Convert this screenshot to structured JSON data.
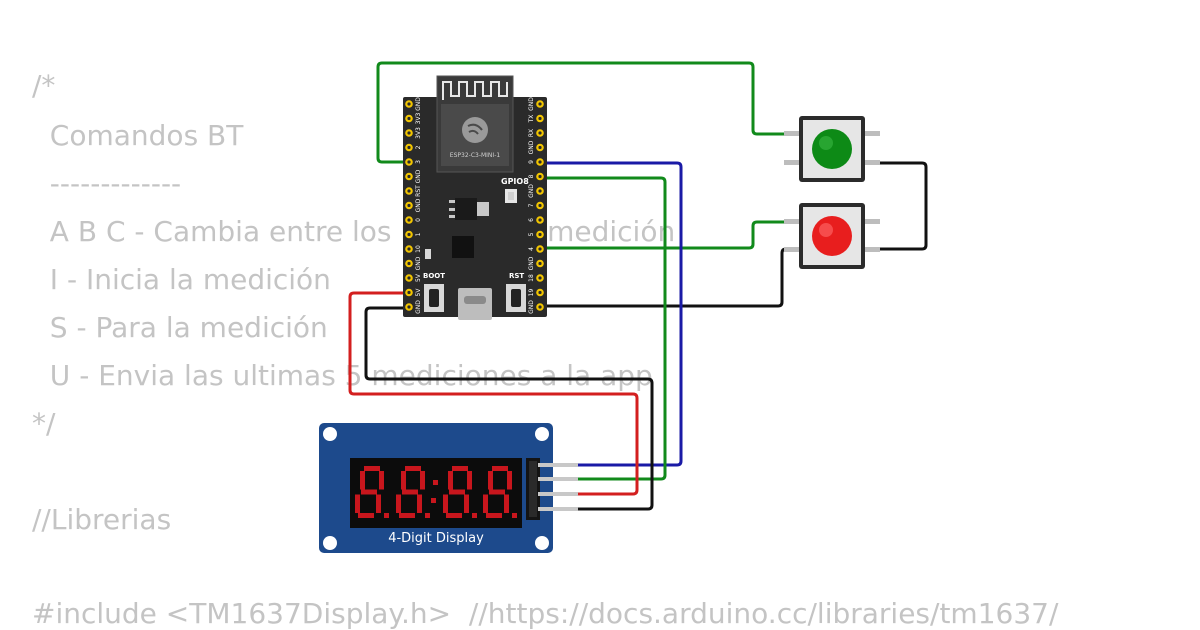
{
  "code": {
    "lines": [
      "/*",
      "  Comandos BT",
      "  -------------",
      "  A B C - Cambia entre los modos de medición",
      "  I - Inicia la medición",
      "  S - Para la medición",
      "  U - Envia las ultimas 5 mediciones a la app",
      "*/",
      "",
      "//Librerias",
      "",
      "#include <TM1637Display.h>  //https://docs.arduino.cc/libraries/tm1637/"
    ]
  },
  "board": {
    "module_label": "ESP32-C3-MINI-1",
    "gpio_label": "GPIO8",
    "boot_label": "BOOT",
    "rst_label": "RST",
    "left_pins": [
      "GND",
      "3V3",
      "3V3",
      "2",
      "3",
      "GND",
      "RST",
      "GND",
      "0",
      "1",
      "10",
      "GND",
      "5V",
      "5V",
      "GND"
    ],
    "right_pins": [
      "GND",
      "TX",
      "RX",
      "GND",
      "9",
      "8",
      "GND",
      "7",
      "6",
      "5",
      "4",
      "GND",
      "18",
      "19",
      "GND"
    ]
  },
  "display": {
    "label": "4-Digit Display",
    "digits": "8.8:8.8."
  },
  "buttons": [
    {
      "name": "green-pushbutton",
      "color": "#0d8a16"
    },
    {
      "name": "red-pushbutton",
      "color": "#e81e1e"
    }
  ],
  "colors": {
    "wire_green": "#118a1b",
    "wire_blue": "#1a1aa6",
    "wire_red": "#d31f1f",
    "wire_black": "#111111",
    "board": "#2a2a2a",
    "display_pcb": "#1d4a8c",
    "segment_on": "#c8161d"
  }
}
